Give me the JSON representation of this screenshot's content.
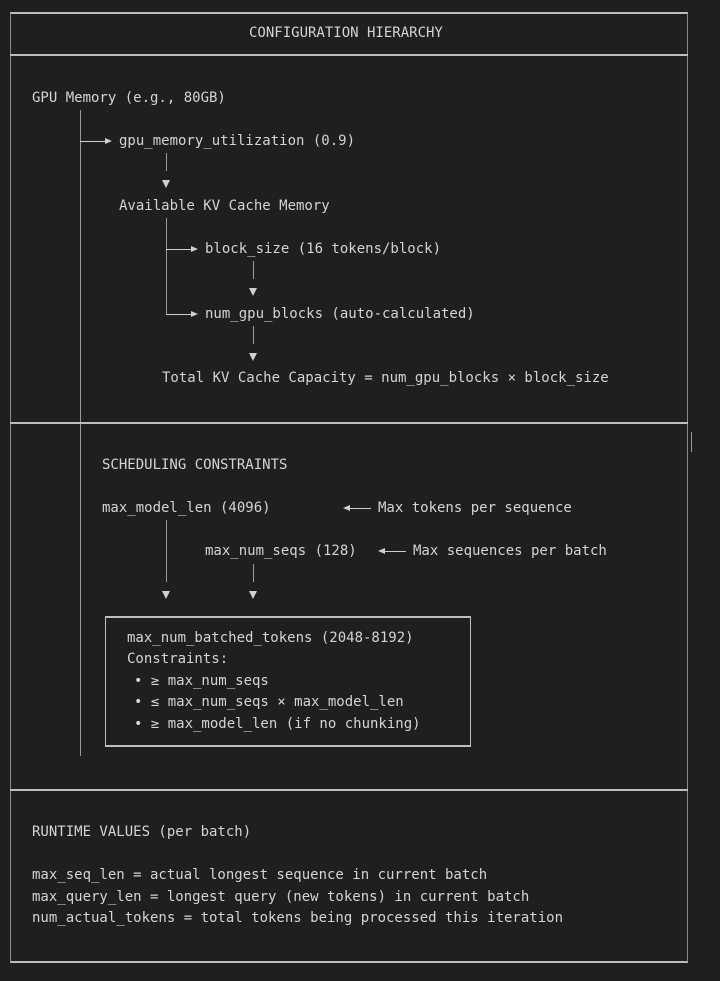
{
  "diagram": {
    "title": "CONFIGURATION HIERARCHY",
    "memory_section": {
      "root": "GPU Memory (e.g., 80GB)",
      "gpu_memory_utilization": "gpu_memory_utilization (0.9)",
      "available_kv": "Available KV Cache Memory",
      "block_size": "block_size (16 tokens/block)",
      "num_gpu_blocks": "num_gpu_blocks (auto-calculated)",
      "total_capacity": "Total KV Cache Capacity = num_gpu_blocks × block_size"
    },
    "scheduling_section": {
      "title": "SCHEDULING CONSTRAINTS",
      "max_model_len": "max_model_len (4096)",
      "max_model_len_note": "Max tokens per sequence",
      "max_num_seqs": "max_num_seqs (128)",
      "max_num_seqs_note": "Max sequences per batch",
      "batched_box": {
        "title": "max_num_batched_tokens (2048-8192)",
        "constraints_label": "Constraints:",
        "constraints": [
          "• ≥ max_num_seqs",
          "• ≤ max_num_seqs × max_model_len",
          "• ≥ max_model_len (if no chunking)"
        ]
      }
    },
    "runtime_section": {
      "title": "RUNTIME VALUES (per batch)",
      "lines": [
        "max_seq_len = actual longest sequence in current batch",
        "max_query_len = longest query (new tokens) in current batch",
        "num_actual_tokens = total tokens being processed this iteration"
      ]
    }
  }
}
